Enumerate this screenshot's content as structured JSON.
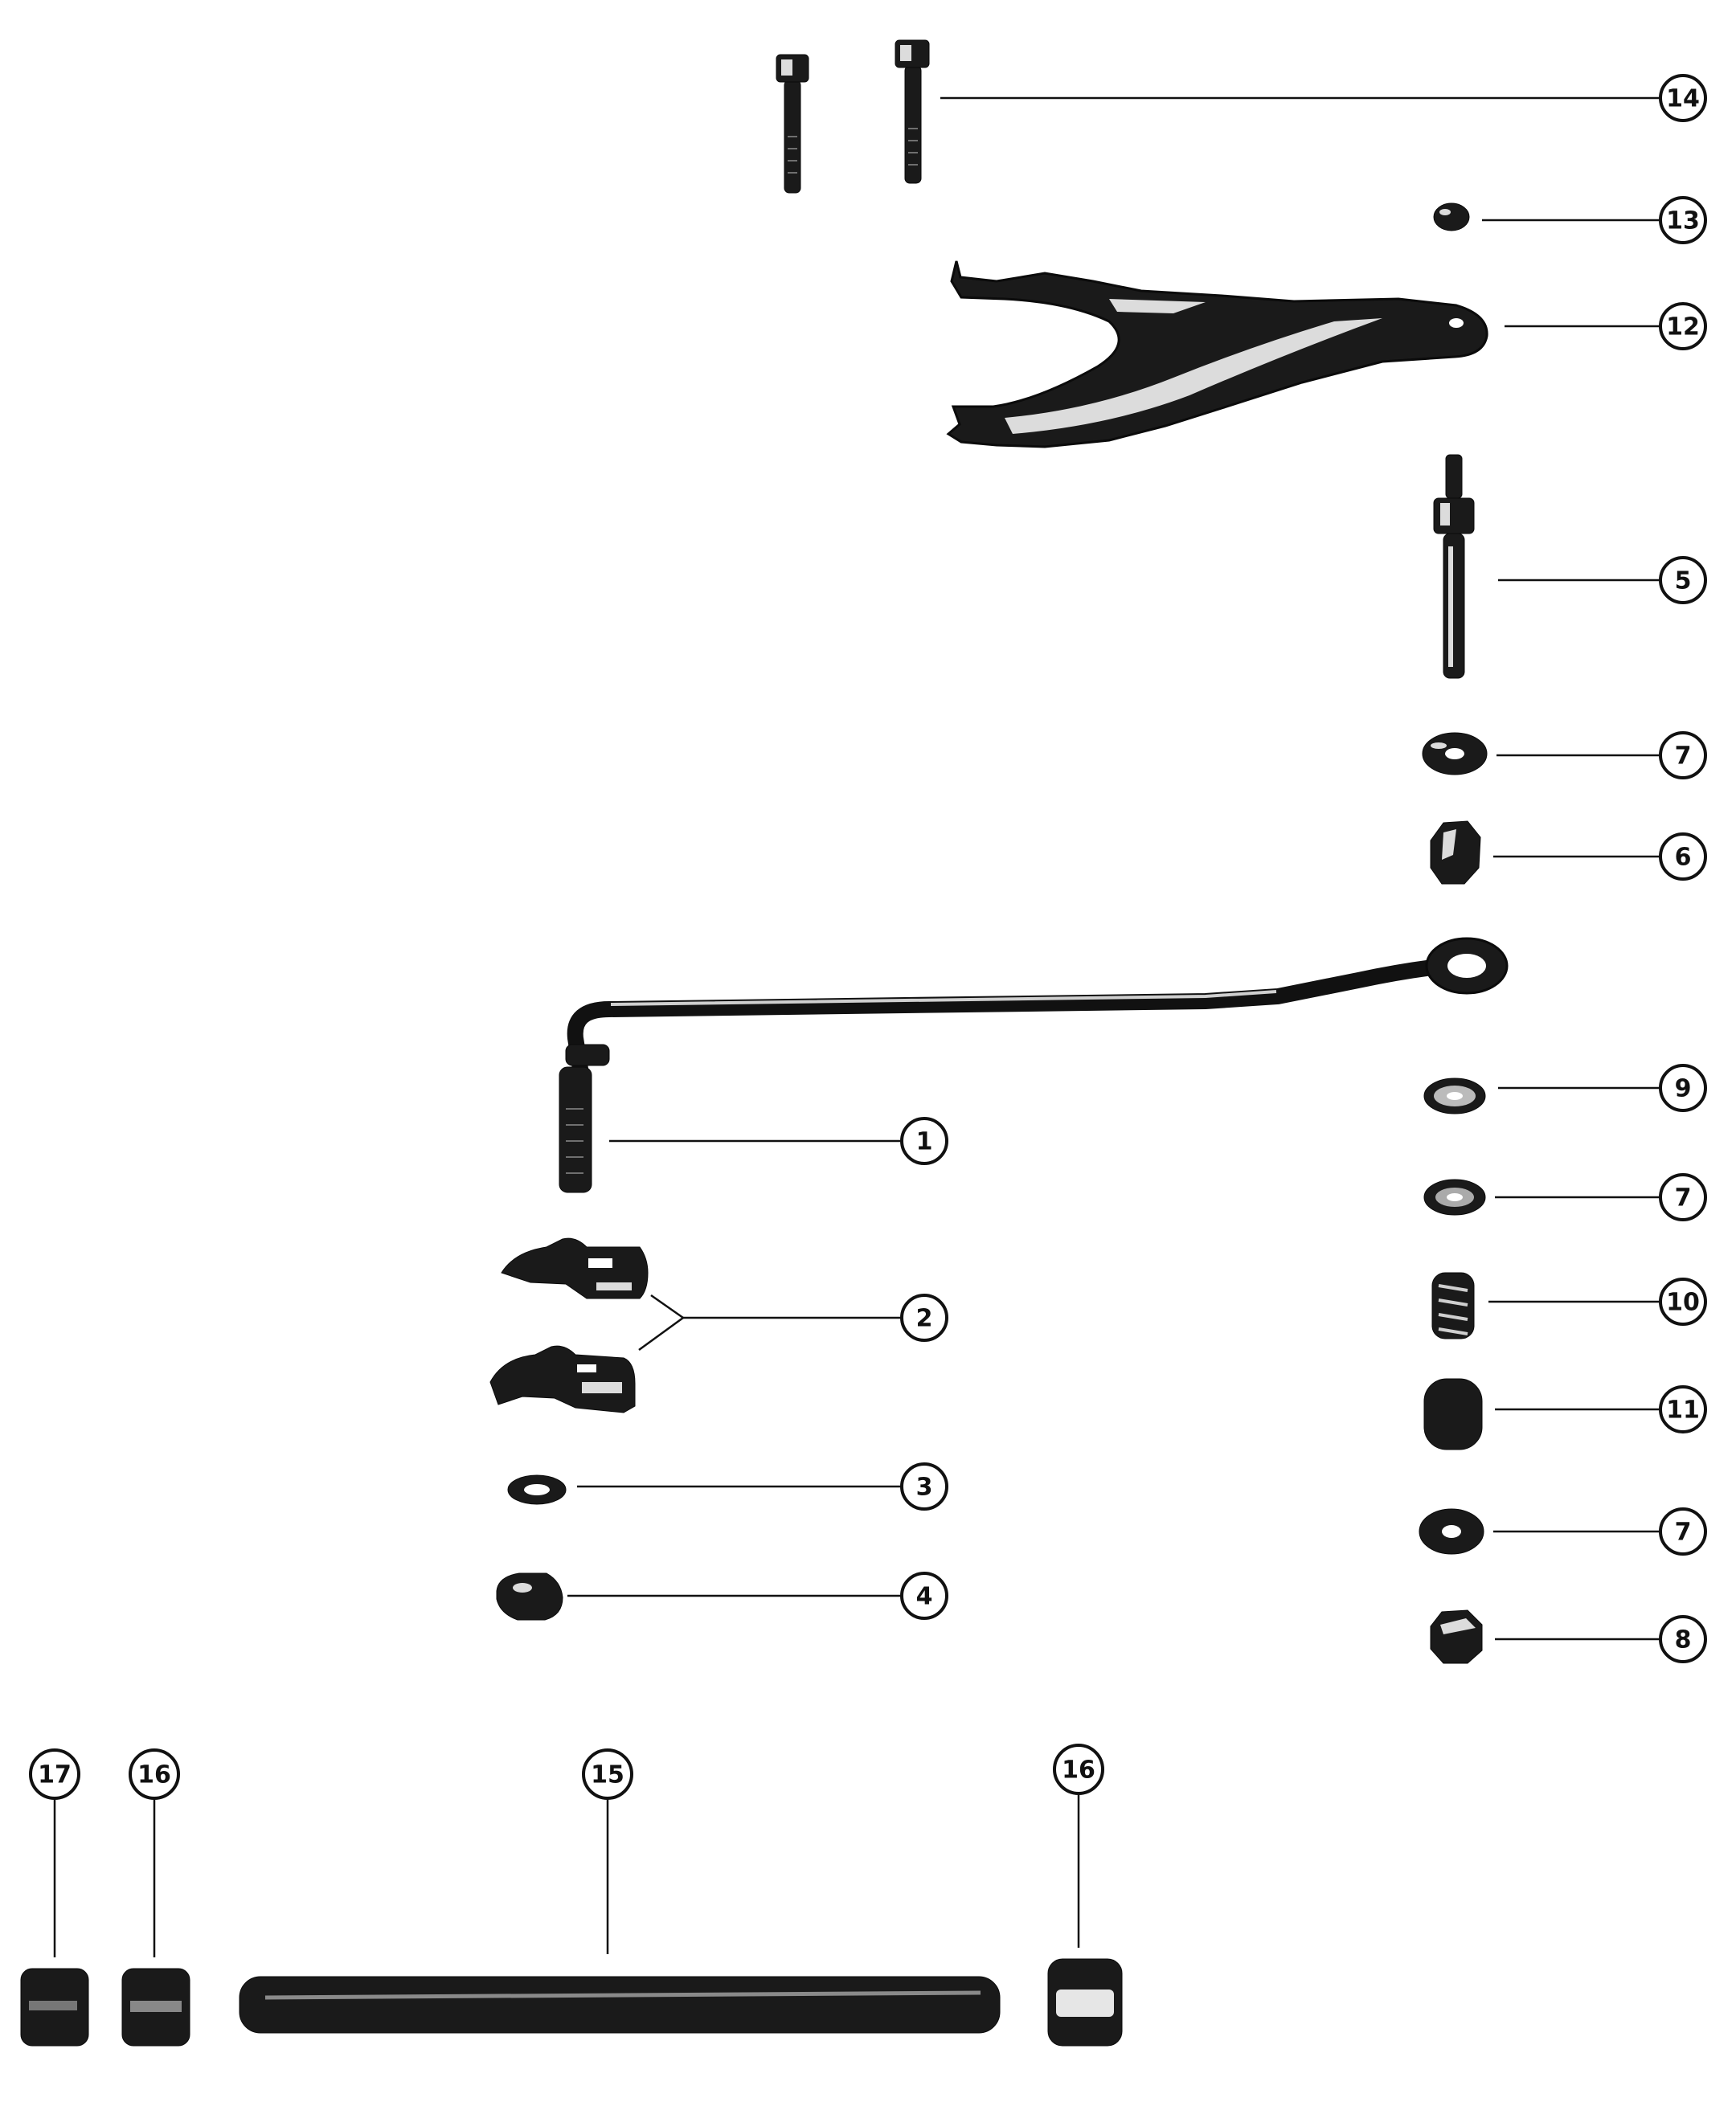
{
  "diagram": {
    "callouts": [
      {
        "id": "c14",
        "label": "14",
        "part": "bolts"
      },
      {
        "id": "c13",
        "label": "13",
        "part": "nut-small"
      },
      {
        "id": "c12",
        "label": "12",
        "part": "shift-fork"
      },
      {
        "id": "c5",
        "label": "5",
        "part": "stud"
      },
      {
        "id": "c7a",
        "label": "7",
        "part": "washer-upper"
      },
      {
        "id": "c6",
        "label": "6",
        "part": "nut-upper"
      },
      {
        "id": "c9",
        "label": "9",
        "part": "lock-washer"
      },
      {
        "id": "c7b",
        "label": "7",
        "part": "washer-middle"
      },
      {
        "id": "c10",
        "label": "10",
        "part": "spring"
      },
      {
        "id": "c11",
        "label": "11",
        "part": "bushing"
      },
      {
        "id": "c7c",
        "label": "7",
        "part": "washer-lower"
      },
      {
        "id": "c8",
        "label": "8",
        "part": "nut-lower"
      },
      {
        "id": "c1",
        "label": "1",
        "part": "shift-rod"
      },
      {
        "id": "c2",
        "label": "2",
        "part": "swivel-pair"
      },
      {
        "id": "c3",
        "label": "3",
        "part": "washer-left"
      },
      {
        "id": "c4",
        "label": "4",
        "part": "nut-left"
      },
      {
        "id": "c17",
        "label": "17",
        "part": "end-sleeve"
      },
      {
        "id": "c16a",
        "label": "16",
        "part": "sleeve-left"
      },
      {
        "id": "c15",
        "label": "15",
        "part": "tube"
      },
      {
        "id": "c16b",
        "label": "16",
        "part": "sleeve-right"
      }
    ]
  }
}
